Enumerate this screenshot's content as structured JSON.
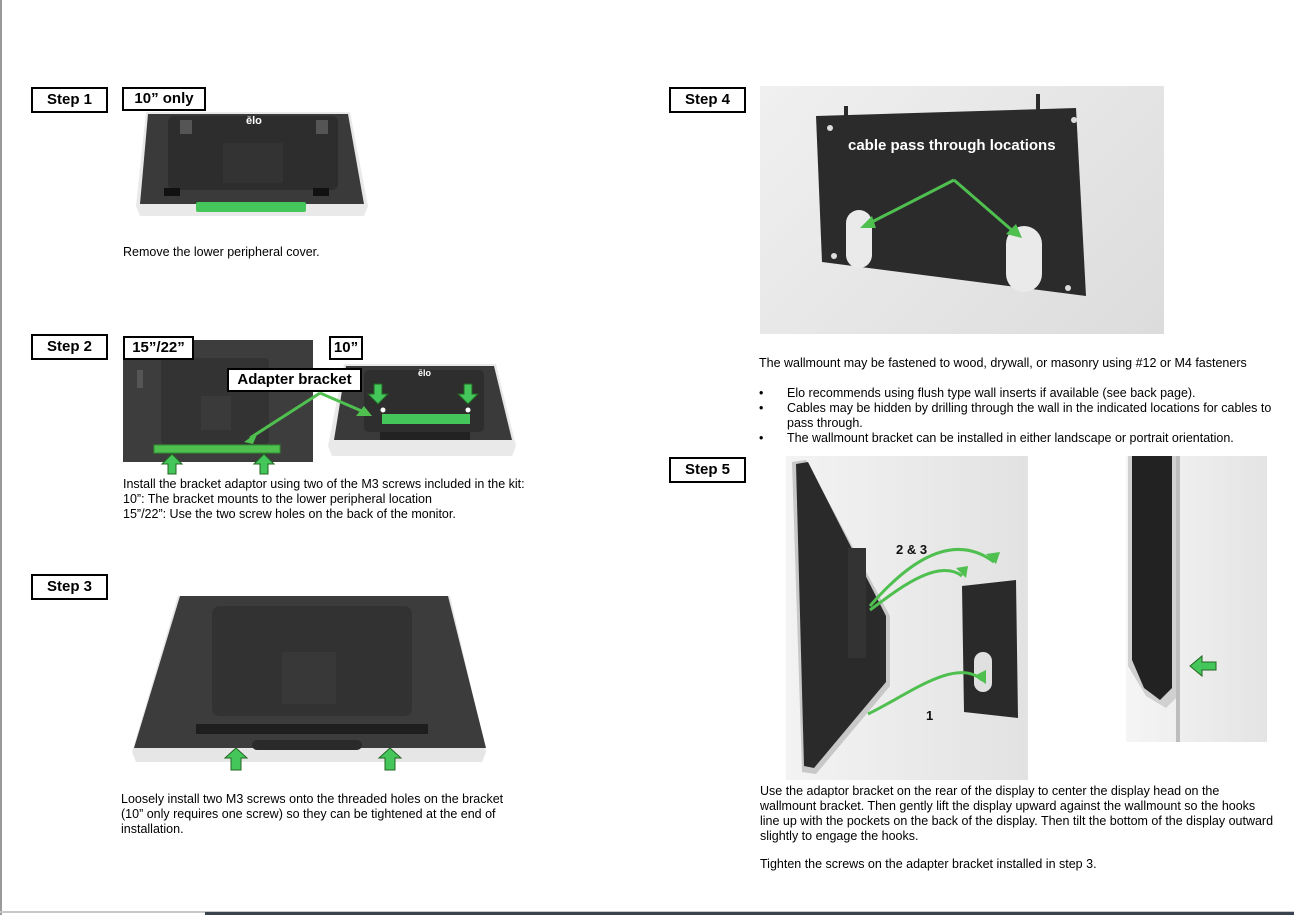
{
  "step1": {
    "label": "Step 1",
    "tag": "10” only",
    "caption": "Remove the lower peripheral cover.",
    "logo": "ēlo"
  },
  "step2": {
    "label": "Step 2",
    "tag_large": "15”/22”",
    "tag_small": "10”",
    "callout": "Adapter bracket",
    "logo": "ēlo",
    "lines": [
      "Install the bracket adaptor using two of the M3 screws included in the kit:",
      "10”: The bracket mounts to the lower peripheral location",
      "15”/22”: Use the two screw holes on the back of the monitor."
    ]
  },
  "step3": {
    "label": "Step 3",
    "lines": [
      "Loosely install two M3 screws onto the threaded holes on the bracket",
      "(10” only requires one screw) so they can be tightened at the end of",
      "installation."
    ]
  },
  "step4": {
    "label": "Step 4",
    "image_label": "cable pass through locations",
    "intro": "The wallmount may be fastened to wood, drywall, or masonry using #12 or M4 fasteners",
    "bullets": [
      "Elo recommends using flush type wall inserts if available (see back page).",
      "Cables may be hidden by drilling through the wall in the indicated locations for cables to pass through.",
      "The wallmount bracket can be installed in either landscape or portrait orientation."
    ]
  },
  "step5": {
    "label": "Step 5",
    "motion_label_a": "2 & 3",
    "motion_label_b": "1",
    "lines": [
      "Use the adaptor bracket on the rear of the display to center the display head on the",
      "wallmount bracket. Then gently lift the display upward against the wallmount so the hooks",
      "line up with the pockets on the back of the display. Then tilt the bottom of the display outward",
      "slightly to engage the hooks."
    ],
    "final": "Tighten the screws on the adapter bracket installed in step 3."
  },
  "colors": {
    "arrow_green": "#4fbf4f",
    "device_dark": "#3c3c3c",
    "bracket": "#2a2a2a"
  },
  "icons": [
    "arrow-up-icon",
    "arrow-down-icon"
  ]
}
